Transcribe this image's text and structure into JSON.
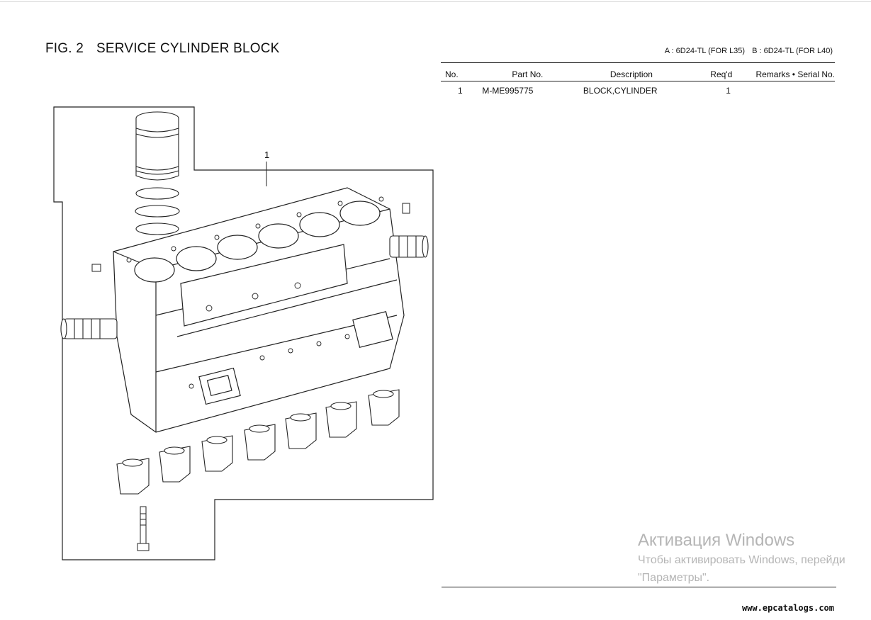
{
  "figure": {
    "number": "FIG. 2",
    "title": "SERVICE CYLINDER BLOCK"
  },
  "variants": {
    "a": "A : 6D24-TL (FOR L35)",
    "b": "B : 6D24-TL (FOR L40)"
  },
  "diagram": {
    "callout": "1"
  },
  "table": {
    "headers": {
      "no": "No.",
      "part_no": "Part  No.",
      "description": "Description",
      "reqd": "Req'd",
      "remarks": "Remarks • Serial  No."
    },
    "rows": [
      {
        "no": "1",
        "part_no": "M-ME995775",
        "description": "BLOCK,CYLINDER",
        "reqd": "1",
        "remarks": ""
      }
    ]
  },
  "watermark": {
    "title": "Активация Windows",
    "line1": "Чтобы активировать Windows, перейди",
    "line2": "\"Параметры\"."
  },
  "site": "www.epcatalogs.com"
}
